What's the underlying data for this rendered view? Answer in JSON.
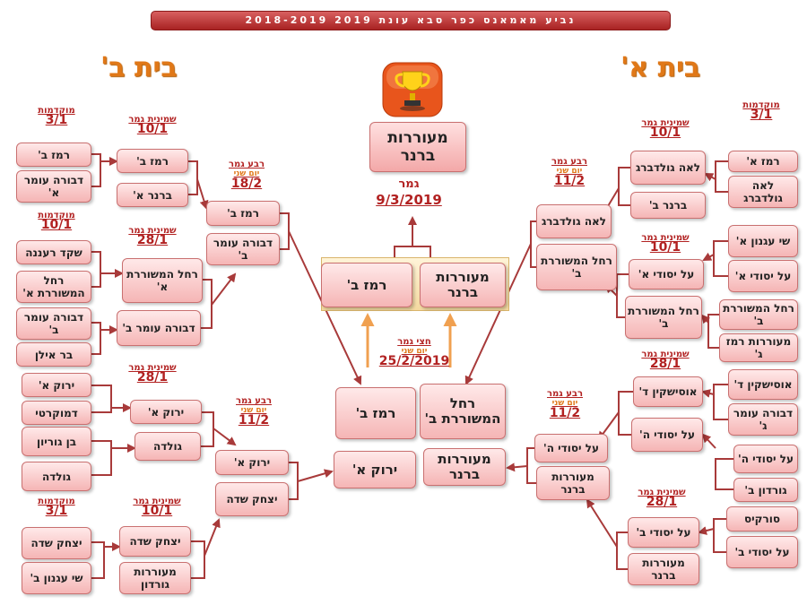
{
  "banner": "נביע מאמאנס כפר סבא עונת 2019 2018-2019",
  "houses": {
    "left": "בית ב'",
    "right": "בית א'"
  },
  "stages": {
    "prelim": "מוקדמות",
    "r16": "שמינית גמר",
    "qf": "רבע גמר",
    "sf": "חצי גמר",
    "day2": "יום שני",
    "final": "גמר"
  },
  "dates": {
    "d31": "3/1",
    "d101": "10/1",
    "d281": "28/1",
    "d112": "11/2",
    "d182": "18/2",
    "d252": "25/2/2019",
    "d93": "9/3/2019"
  },
  "teams": {
    "remez_b": "רמז ב'",
    "dvora_omer_b": "דבורה עומר ב'",
    "dvora_omer_a": "דבורה עומר א'",
    "dvora_omer_g": "דבורה עומר ג'",
    "brener_a": "ברנר א'",
    "brener_b": "ברנר ב'",
    "shaked": "שקד רעננה",
    "rachel_a": "רחל המשוררת א'",
    "rachel_b": "רחל המשוררת ב'",
    "bar_ilan": "בר אילן",
    "yarok_a": "ירוק א'",
    "democrati": "דמוקרטי",
    "ben_gurion": "בן גוריון",
    "golda": "גולדה",
    "yitzhak": "יצחק שדה",
    "shai_agnon_b": "שי עגנון ב'",
    "shai_agnon_a": "שי עגנון א'",
    "gordon": "מעוררות גורדון",
    "gordon_b": "גורדון ב'",
    "remez_a": "רמז א'",
    "lea": "לאה גולדברג",
    "al_yesodi_a": "על יסודי א'",
    "al_yesodi_b": "על יסודי ב'",
    "al_yesodi_h": "על יסודי ה'",
    "meorerot_remez_g": "מעוררות רמז ג'",
    "ussishkin": "אוסישקין ד'",
    "sorkis": "סורקיס",
    "meorerot_brener": "מעוררות ברנר"
  }
}
